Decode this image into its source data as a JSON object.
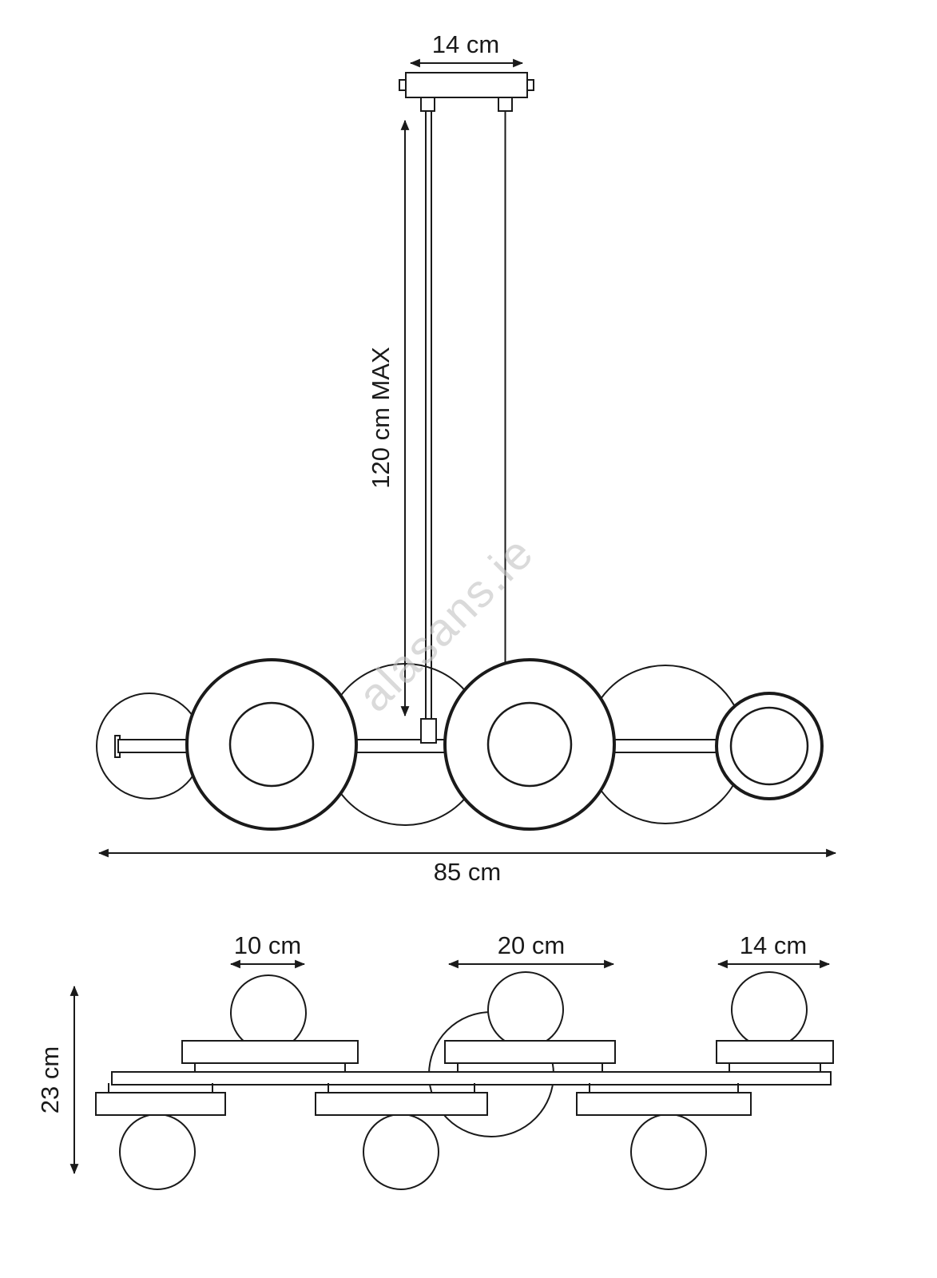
{
  "colors": {
    "line": "#1a1a1a",
    "bg": "#ffffff",
    "watermark": "#c4c4c4"
  },
  "diagram": {
    "watermark": "alasans.ie",
    "front_view": {
      "canopy_width": "14 cm",
      "suspension_max": "120 cm MAX",
      "overall_width": "85 cm"
    },
    "plan_view": {
      "globe_diameter": "10 cm",
      "center_plate_width": "20 cm",
      "end_plate_width": "14 cm",
      "overall_depth": "23 cm"
    }
  }
}
